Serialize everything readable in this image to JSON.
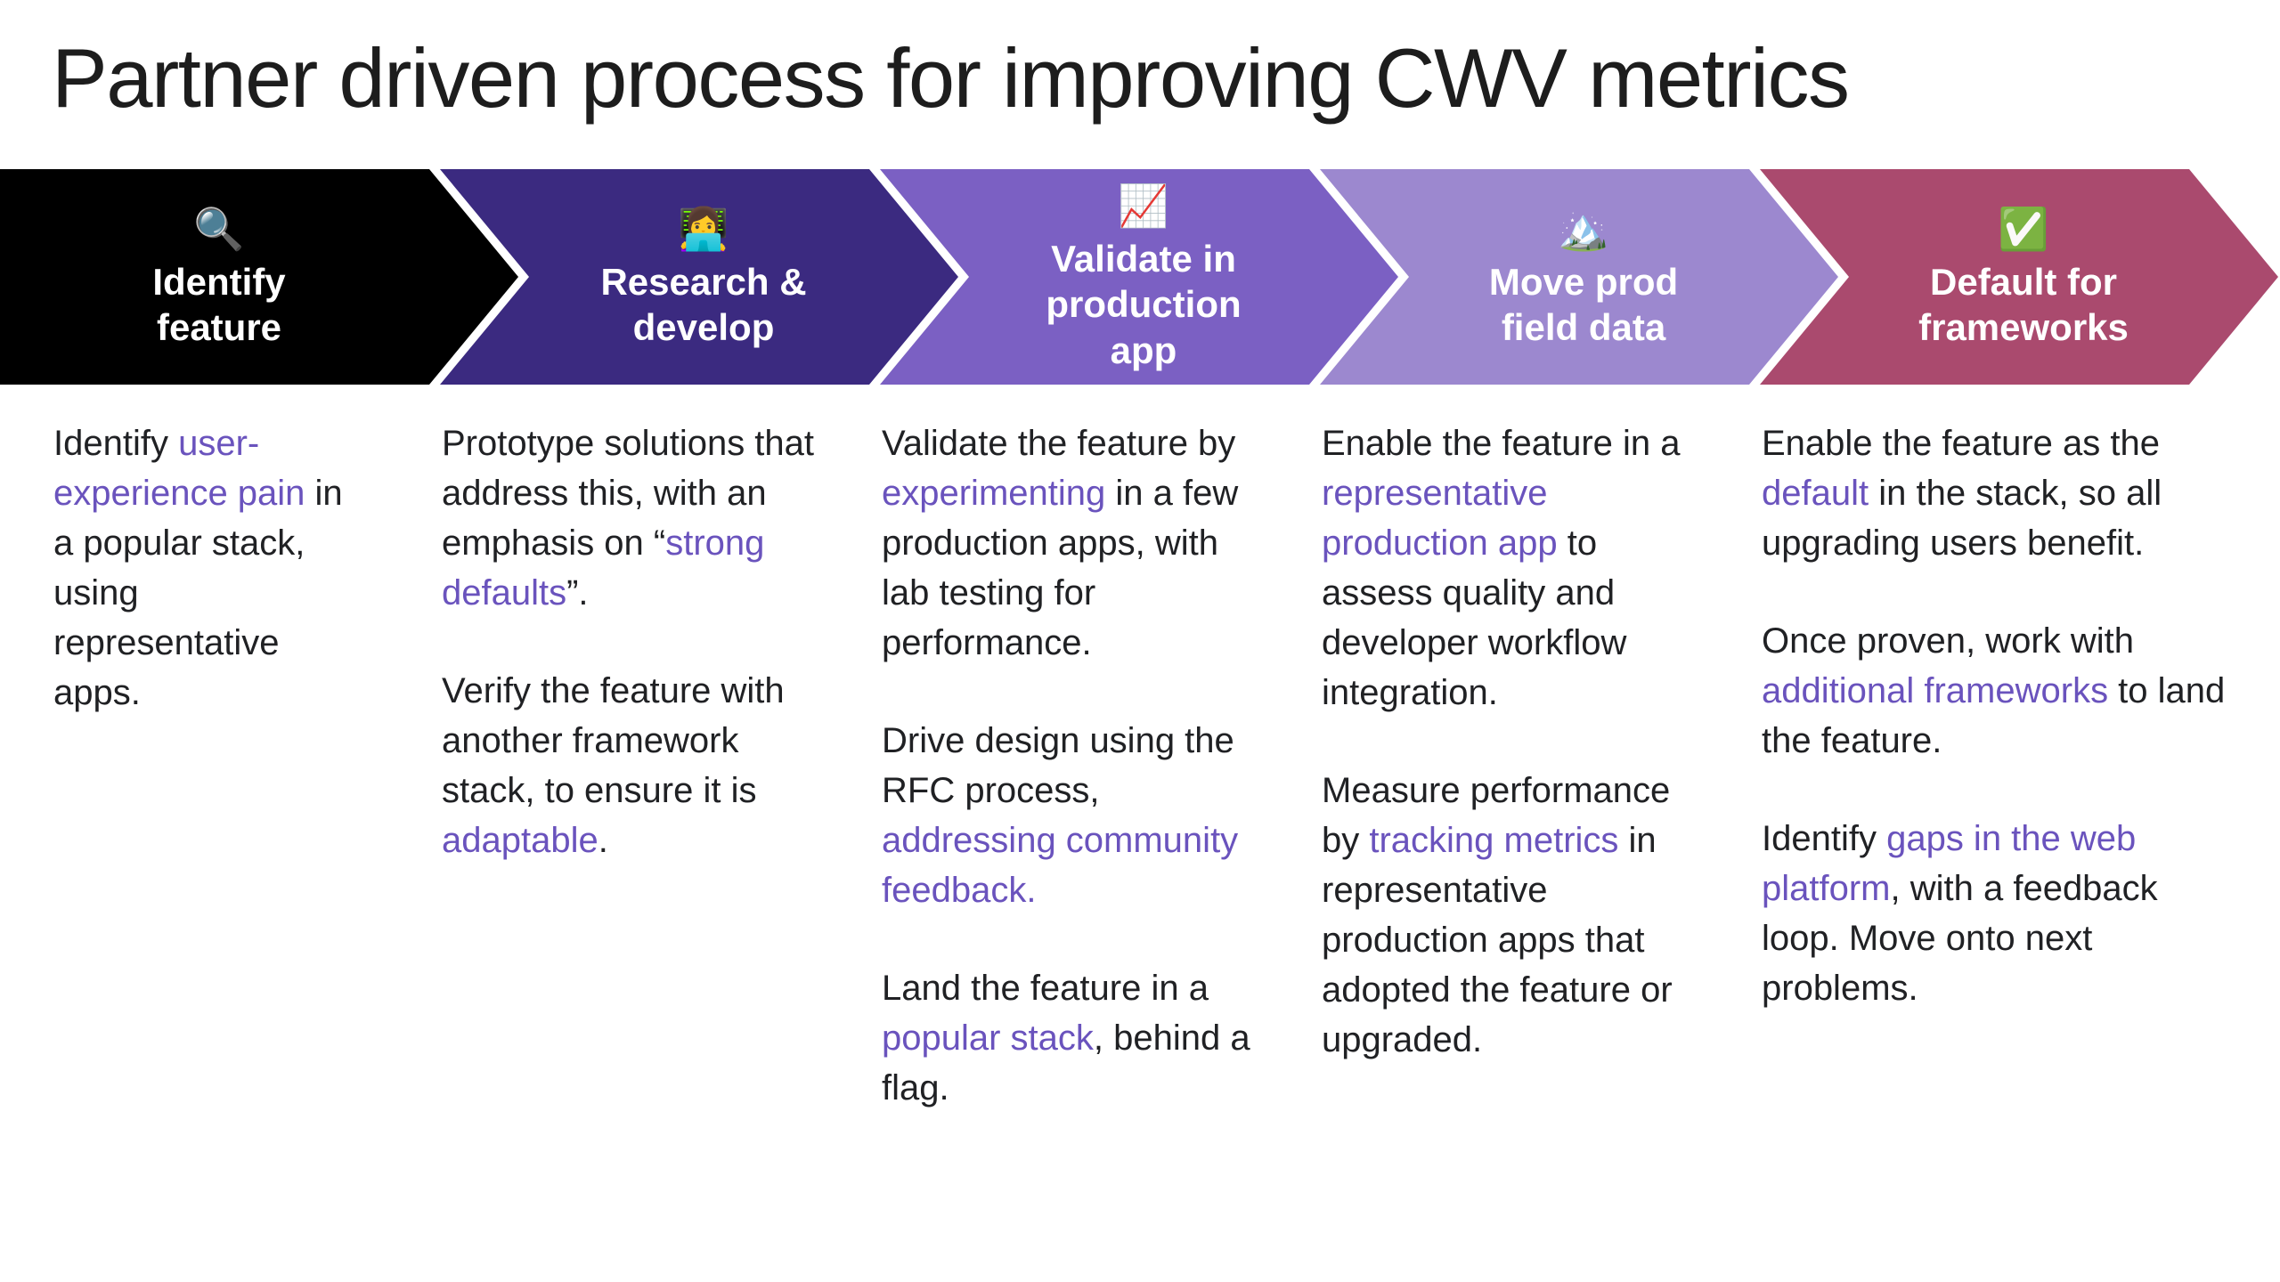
{
  "title": "Partner driven process for improving CWV metrics",
  "colors": {
    "background": "#ffffff",
    "title_text": "#1d1d1d",
    "body_text": "#202124",
    "link": "#6a53bd",
    "chevron_label_text": "#ffffff"
  },
  "steps": [
    {
      "id": "identify-feature",
      "icon": "🔍",
      "icon_name": "magnifying-glass-icon",
      "label": "Identify\nfeature",
      "color": "#000000",
      "paragraphs": [
        [
          {
            "text": "Identify "
          },
          {
            "text": "user-experience pain",
            "link": true
          },
          {
            "text": " in a popular stack, using representative apps."
          }
        ]
      ]
    },
    {
      "id": "research-develop",
      "icon": "👩‍💻",
      "icon_name": "woman-technologist-icon",
      "label": "Research &\ndevelop",
      "color": "#3b2a80",
      "paragraphs": [
        [
          {
            "text": "Prototype solutions that address this, with an emphasis on “"
          },
          {
            "text": "strong defaults",
            "link": true
          },
          {
            "text": "”."
          }
        ],
        [
          {
            "text": "Verify the feature with another framework stack, to ensure it is "
          },
          {
            "text": "adaptable",
            "link": true
          },
          {
            "text": "."
          }
        ]
      ]
    },
    {
      "id": "validate-in-production-app",
      "icon": "📈",
      "icon_name": "chart-increasing-icon",
      "label": "Validate in\nproduction\napp",
      "color": "#7b60c3",
      "paragraphs": [
        [
          {
            "text": "Validate the feature by "
          },
          {
            "text": "experimenting",
            "link": true
          },
          {
            "text": " in a few production apps, with lab testing for performance."
          }
        ],
        [
          {
            "text": "Drive design using the RFC process, "
          },
          {
            "text": "addressing community feedback.",
            "link": true
          }
        ],
        [
          {
            "text": "Land the feature in a "
          },
          {
            "text": "popular stack",
            "link": true
          },
          {
            "text": ", behind a flag."
          }
        ]
      ]
    },
    {
      "id": "move-prod-field-data",
      "icon": "🏔️",
      "icon_name": "mountain-icon",
      "label": "Move prod\nfield data",
      "color": "#9c88cf",
      "paragraphs": [
        [
          {
            "text": "Enable the feature in a "
          },
          {
            "text": "representative production app",
            "link": true
          },
          {
            "text": " to assess quality and developer workflow integration."
          }
        ],
        [
          {
            "text": "Measure performance by "
          },
          {
            "text": "tracking metrics",
            "link": true
          },
          {
            "text": " in representative production apps that adopted the feature or upgraded."
          }
        ]
      ]
    },
    {
      "id": "default-for-frameworks",
      "icon": "✅",
      "icon_name": "check-mark-icon",
      "label": "Default for\nframeworks",
      "color": "#aa4a6e",
      "paragraphs": [
        [
          {
            "text": "Enable the feature as the "
          },
          {
            "text": "default",
            "link": true
          },
          {
            "text": " in the stack, so all upgrading users benefit."
          }
        ],
        [
          {
            "text": "Once proven, work with "
          },
          {
            "text": "additional frameworks",
            "link": true
          },
          {
            "text": " to land the feature."
          }
        ],
        [
          {
            "text": "Identify "
          },
          {
            "text": "gaps in the web platform",
            "link": true
          },
          {
            "text": ", with a feedback loop. Move onto next problems."
          }
        ]
      ]
    }
  ]
}
